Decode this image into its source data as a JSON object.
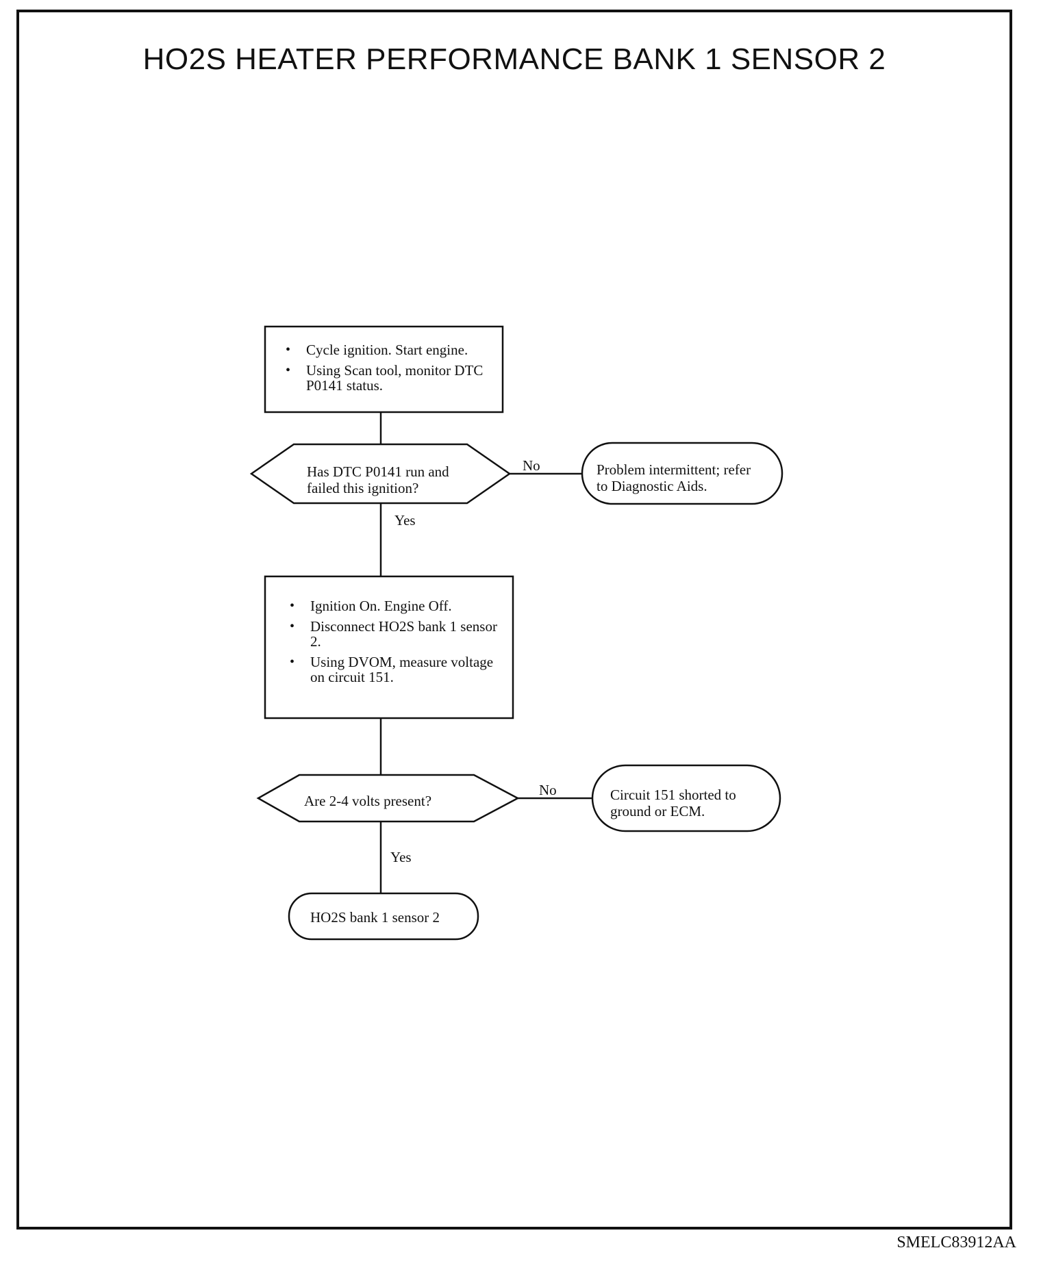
{
  "title": "HO2S HEATER PERFORMANCE BANK 1 SENSOR 2",
  "doc_id": "SMELC83912AA",
  "step1": {
    "bullets": [
      "Cycle ignition. Start engine.",
      "Using Scan tool, monitor DTC P0141 status."
    ]
  },
  "decision1": {
    "question": "Has DTC P0141 run and failed this ignition?",
    "no_label": "No",
    "yes_label": "Yes"
  },
  "outcome1": {
    "text": "Problem intermittent; refer to Diagnostic Aids."
  },
  "step2": {
    "bullets": [
      "Ignition On. Engine Off.",
      "Disconnect HO2S  bank 1 sensor 2.",
      "Using DVOM, measure voltage on circuit 151."
    ]
  },
  "decision2": {
    "question": "Are 2-4 volts present?",
    "no_label": "No",
    "yes_label": "Yes"
  },
  "outcome2": {
    "text": "Circuit 151 shorted to ground or ECM."
  },
  "outcome3": {
    "text": "HO2S bank 1 sensor 2"
  }
}
